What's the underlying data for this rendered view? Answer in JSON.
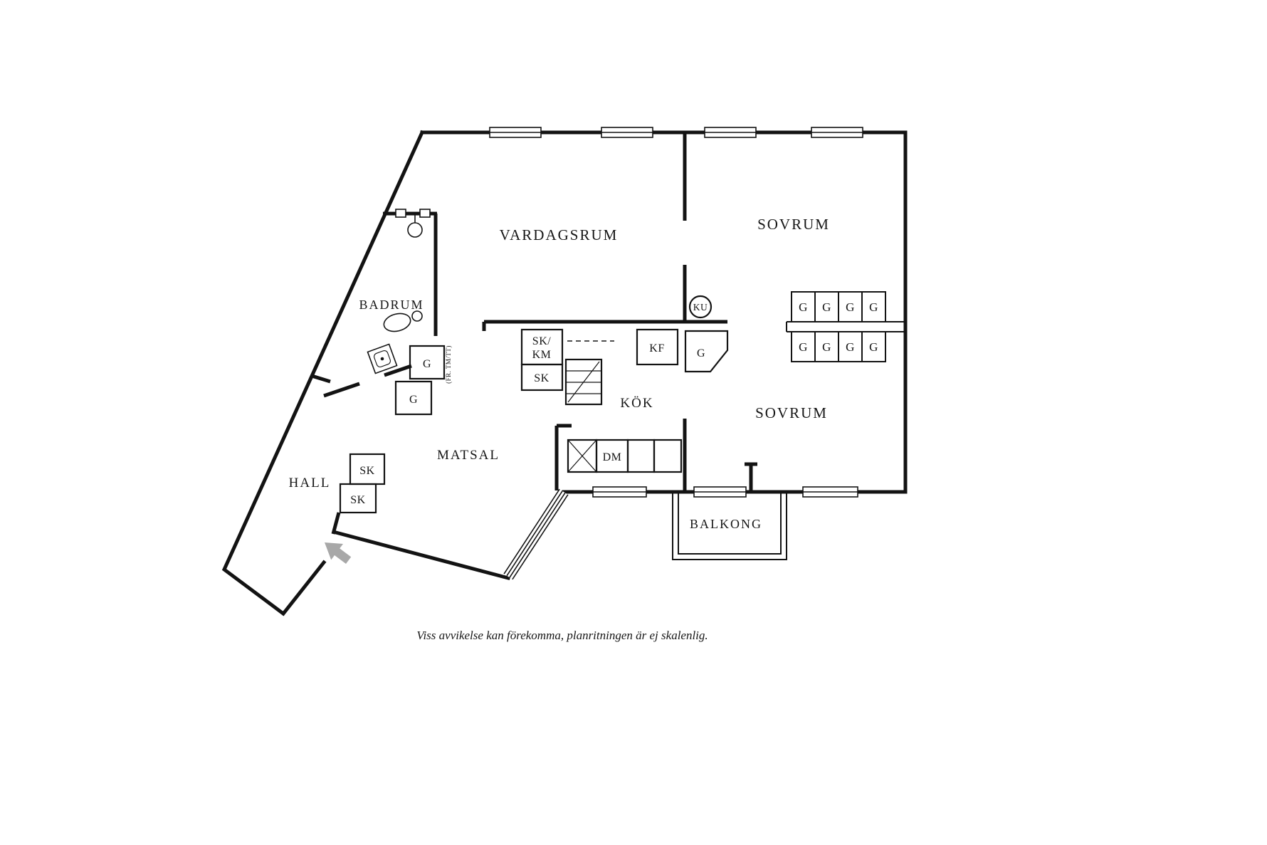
{
  "footer": {
    "disclaimer": "Viss avvikelse kan förekomma, planritningen är ej skalenlig."
  },
  "rooms": {
    "vardagsrum": "VARDAGSRUM",
    "sovrum_top": "SOVRUM",
    "sovrum_bottom": "SOVRUM",
    "badrum": "BADRUM",
    "kok": "KÖK",
    "matsal": "MATSAL",
    "hall": "HALL",
    "balkong": "BALKONG"
  },
  "fixtures": {
    "sk_km_line1": "SK/",
    "sk_km_line2": "KM",
    "sk_kitchen": "SK",
    "kf": "KF",
    "ku": "KU",
    "g_kitchen": "G",
    "dm": "DM",
    "wardrobe_top": [
      "G",
      "G",
      "G",
      "G"
    ],
    "wardrobe_bottom": [
      "G",
      "G",
      "G",
      "G"
    ],
    "g_bath_1": "G",
    "g_bath_2": "G",
    "fr_tm_tt": "(FR. TM/TT)",
    "sk_hall_1": "SK",
    "sk_hall_2": "SK"
  },
  "colors": {
    "wall": "#131313",
    "arrow": "#a8a8a8"
  }
}
